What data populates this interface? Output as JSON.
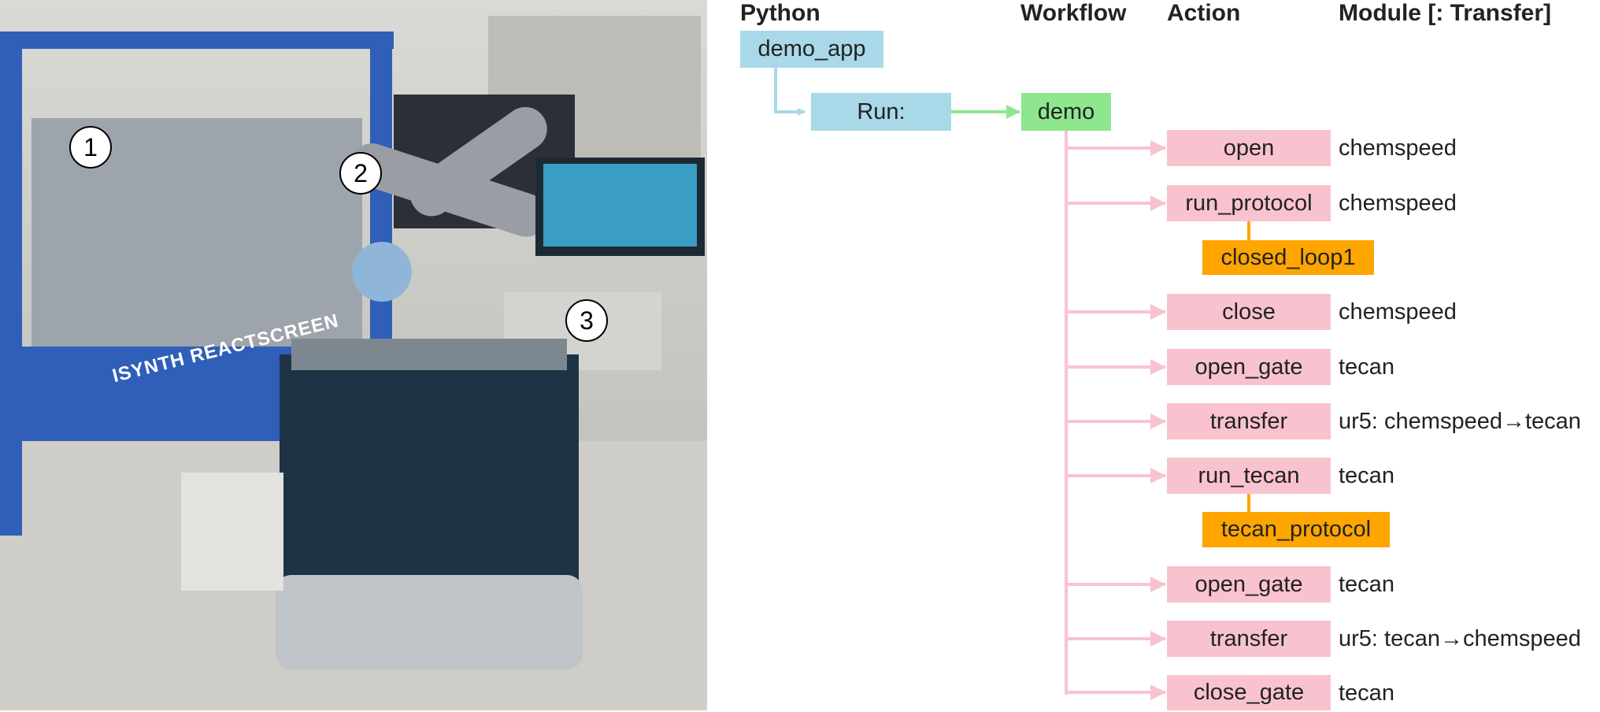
{
  "photo": {
    "markers": [
      "1",
      "2",
      "3"
    ],
    "enclosure_label": "ISYNTH REACTSCREEN"
  },
  "headers": {
    "python": "Python",
    "workflow": "Workflow",
    "action": "Action",
    "module": "Module [: Transfer]"
  },
  "python": {
    "app": "demo_app",
    "run": "Run:"
  },
  "workflow": {
    "name": "demo"
  },
  "actions": [
    {
      "label": "open",
      "module": "chemspeed"
    },
    {
      "label": "run_protocol",
      "module": "chemspeed",
      "protocol": "closed_loop1"
    },
    {
      "label": "close",
      "module": "chemspeed"
    },
    {
      "label": "open_gate",
      "module": "tecan"
    },
    {
      "label": "transfer",
      "module": "ur5: chemspeed→tecan"
    },
    {
      "label": "run_tecan",
      "module": "tecan",
      "protocol": "tecan_protocol"
    },
    {
      "label": "open_gate",
      "module": "tecan"
    },
    {
      "label": "transfer",
      "module": "ur5: tecan→chemspeed"
    },
    {
      "label": "close_gate",
      "module": "tecan"
    }
  ],
  "colors": {
    "python_box": "#a9d8e8",
    "workflow_box": "#8ee68e",
    "action_box": "#f8c3cf",
    "protocol_box": "#ffa500",
    "blue_arrow": "#a9d8e8",
    "green_arrow": "#8ee68e",
    "pink_arrow": "#f8c3cf",
    "orange_line": "#ffa500"
  }
}
